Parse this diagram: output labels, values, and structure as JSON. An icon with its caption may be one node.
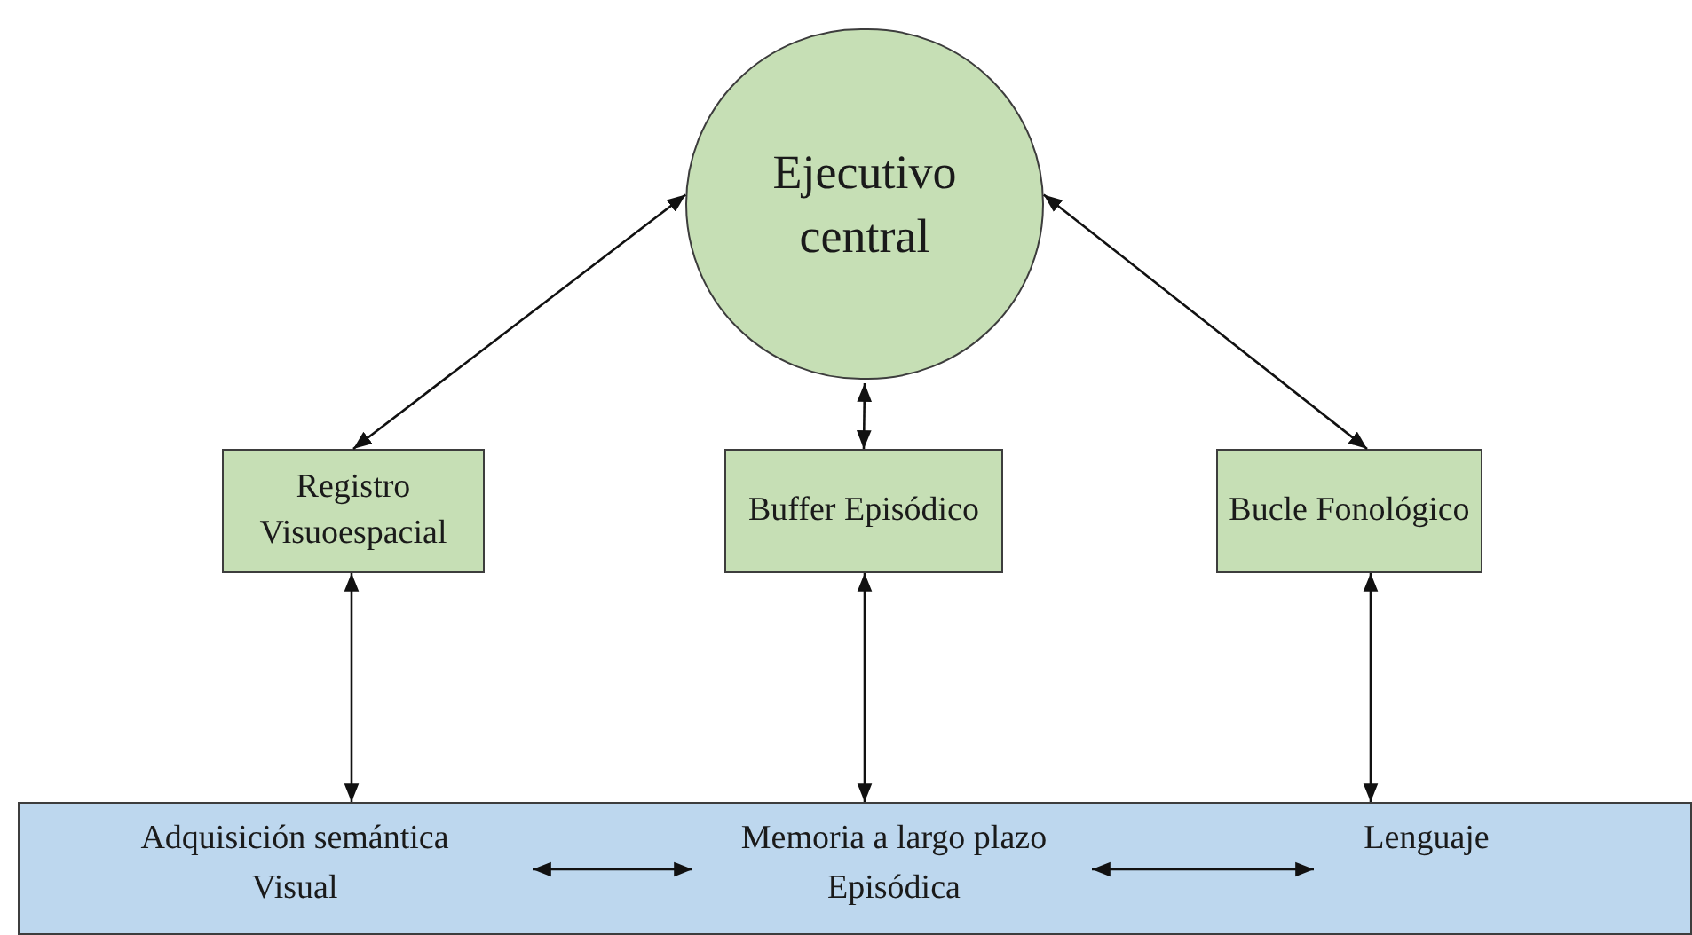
{
  "diagram": {
    "nodes": [
      {
        "text": [
          "Ejecutivo central"
        ]
      },
      {
        "text": [
          "Registro Visuoespacial"
        ]
      },
      {
        "text": [
          "Buffer Episódico"
        ]
      },
      {
        "text": [
          "Bucle Fonológico"
        ]
      },
      {
        "text": [],
        "shape": "box"
      },
      {
        "text": [
          "Adquisición semántica Visual"
        ],
        "in": 4
      },
      {
        "text": [
          "Memoria a largo plazo Episódica"
        ],
        "in": 4
      },
      {
        "text": [
          "Lenguaje"
        ],
        "in": 4
      }
    ],
    "edges": [
      {
        "from": 1,
        "to": 0,
        "arrow": "both"
      },
      {
        "from": 2,
        "to": 0,
        "arrow": "both"
      },
      {
        "from": 3,
        "to": 0,
        "arrow": "both"
      },
      {
        "from": 1,
        "to": 5,
        "arrow": "both"
      },
      {
        "from": 2,
        "to": 6,
        "arrow": "both"
      },
      {
        "from": 3,
        "to": 7,
        "arrow": "both"
      },
      {
        "from": 5,
        "to": 6,
        "arrow": "both"
      },
      {
        "from": 6,
        "to": 7,
        "arrow": "both"
      }
    ]
  }
}
